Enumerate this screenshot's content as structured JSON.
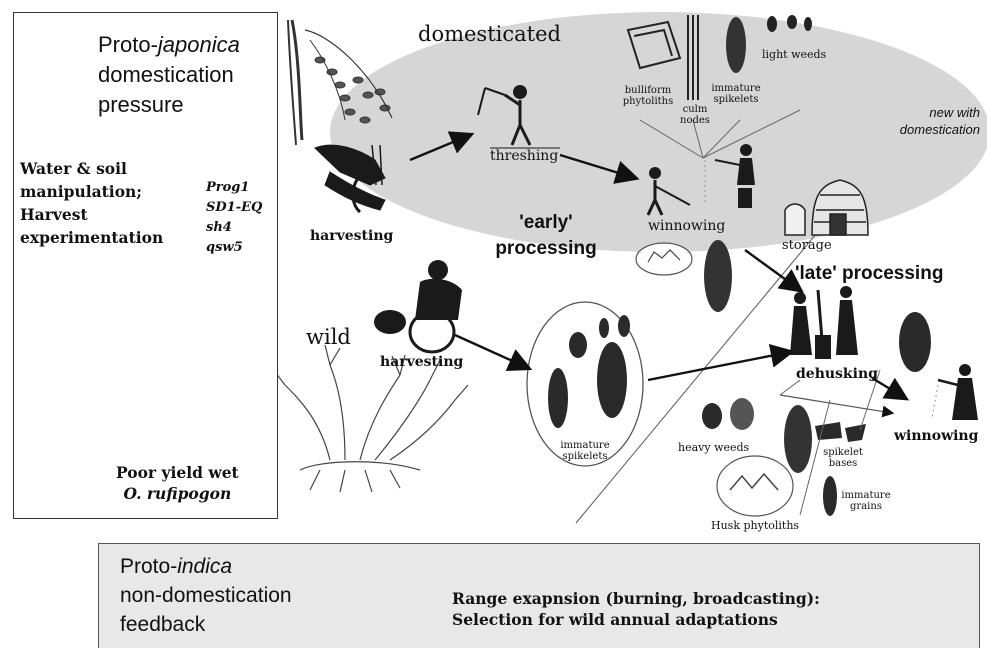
{
  "left_panel": {
    "title_prefix": "Proto-",
    "title_italic": "japonica",
    "title_line2": "domestication",
    "title_line3": "pressure",
    "practices_line1": "Water & soil",
    "practices_line2": "manipulation;",
    "practices_line3": "Harvest",
    "practices_line4": "experimentation",
    "genes": [
      "Prog1",
      "SD1-EQ",
      "sh4",
      "qsw5"
    ],
    "base_label_line1": "Poor yield wet",
    "base_label_line2": "O. rufipogon"
  },
  "domesticated": {
    "title": "domesticated",
    "harvesting": "harvesting",
    "threshing": "threshing",
    "winnowing": "winnowing",
    "early_processing_line1": "'early'",
    "early_processing_line2": "processing",
    "new_with_line1": "new with",
    "new_with_line2": "domestication",
    "bulliform_line1": "bulliform",
    "bulliform_line2": "phytoliths",
    "culm_line1": "culm",
    "culm_line2": "nodes",
    "immature_line1": "immature",
    "immature_line2": "spikelets",
    "light_weeds": "light weeds"
  },
  "wild": {
    "title": "wild",
    "harvesting": "harvesting",
    "immature_line1": "immature",
    "immature_line2": "spikelets"
  },
  "late": {
    "storage": "storage",
    "late_processing": "'late' processing",
    "dehusking": "dehusking",
    "winnowing": "winnowing",
    "heavy_weeds": "heavy weeds",
    "spikelet_line1": "spikelet",
    "spikelet_line2": "bases",
    "immature_line1": "immature",
    "immature_line2": "grains",
    "husk_phytoliths": "Husk phytoliths"
  },
  "bottom_panel": {
    "title_prefix": "Proto-",
    "title_italic": "indica",
    "title_line2": "non-domestication",
    "title_line3": "feedback",
    "range_line1": "Range exapnsion (burning, broadcasting):",
    "range_line2": "Selection for wild annual adaptations"
  }
}
